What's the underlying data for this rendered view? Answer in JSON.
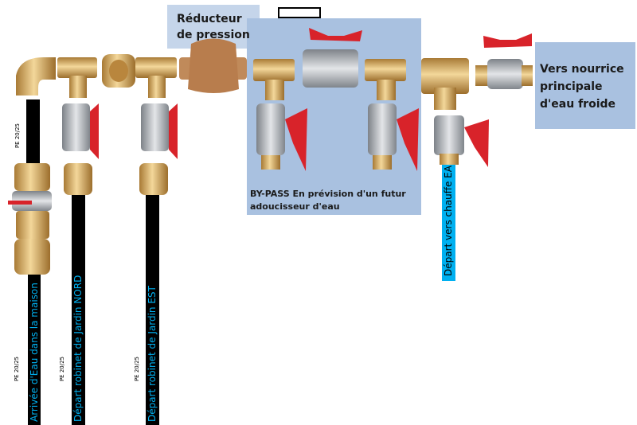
{
  "labels": {
    "reducteur": "Réducteur de pression",
    "bypass": "BY-PASS En prévision d'un futur adoucisseur d'eau",
    "nourrice": "Vers nourrice principale d'eau froide",
    "chauffe_eau": "Départ vers chauffe EAU",
    "arrivee": "Arrivée d'Eau dans la maison",
    "nord": "Départ robinet de Jardin NORD",
    "est": "Départ robinet de Jardin EST"
  },
  "pipe_specs": [
    "PE 20/25",
    "PE 20/25",
    "PE 20/25",
    "PE 20/25"
  ],
  "colors": {
    "brass": "#d9b26a",
    "silver": "#a9adb3",
    "handle": "#d8232a",
    "label_blue": "#00b0f0",
    "box_blue": "#a9c1e0"
  }
}
